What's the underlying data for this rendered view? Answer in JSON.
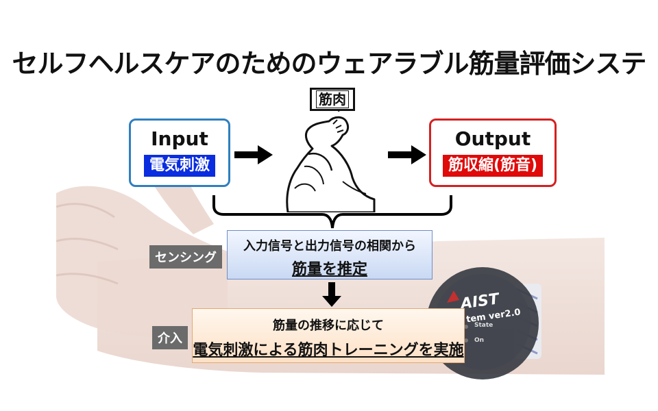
{
  "title": "セルフヘルスケアのためのウェアラブル筋量評価システム",
  "muscle_label": "筋肉",
  "input": {
    "heading": "Input",
    "tag": "電気刺激"
  },
  "output": {
    "heading": "Output",
    "tag": "筋収縮(筋音)"
  },
  "sensing": {
    "label": "センシング",
    "line1": "入力信号と出力信号の相関から",
    "line2": "筋量を推定"
  },
  "intervention": {
    "label": "介入",
    "line1": "筋量の推移に応じて",
    "line2": "電気刺激による筋肉トレーニングを実施"
  },
  "device": {
    "brand": "AIST",
    "model": "tem ver2.0",
    "state_label": "State",
    "on_label": "On"
  },
  "colors": {
    "input_border": "#2f7fbf",
    "input_tag": "#0a2de0",
    "output_border": "#d42020",
    "output_tag": "#e00a0a"
  }
}
